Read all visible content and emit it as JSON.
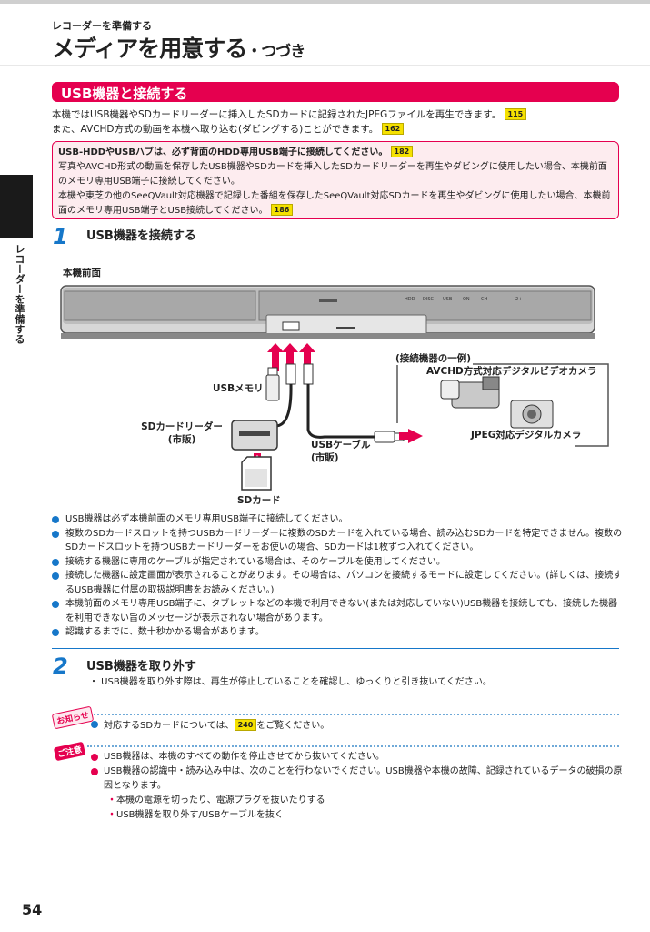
{
  "header": {
    "breadcrumb": "レコーダーを準備する",
    "title": "メディアを用意する",
    "title_suffix": "・つづき"
  },
  "side_tab": {
    "label": "レコーダーを準備する"
  },
  "section": {
    "title": "USB機器と接続する",
    "intro_line1": "本機ではUSB機器やSDカードリーダーに挿入したSDカードに記録されたJPEGファイルを再生できます。",
    "intro_ref1": "115",
    "intro_line2": "また、AVCHD方式の動画を本機へ取り込む(ダビングする)ことができます。",
    "intro_ref2": "162"
  },
  "warning": {
    "lead": "USB-HDDやUSBハブは、必ず背面のHDD専用USB端子に接続してください。",
    "lead_ref": "182",
    "line1": "写真やAVCHD形式の動画を保存したUSB機器やSDカードを挿入したSDカードリーダーを再生やダビングに使用したい場合、本機前面のメモリ専用USB端子に接続してください。",
    "line2": "本機や東芝の他のSeeQVault対応機器で記録した番組を保存したSeeQVault対応SDカードを再生やダビングに使用したい場合、本機前面のメモリ専用USB端子とUSB接続してください。",
    "line2_ref": "186"
  },
  "step1": {
    "number": "1",
    "title": "USB機器を接続する"
  },
  "diagram": {
    "front_label": "本機前面",
    "panel_labels": [
      "HDD",
      "DISC",
      "USB",
      "ON",
      "CH",
      "2+"
    ],
    "usb_memory": "USBメモリ",
    "sd_reader": "SDカードリーダー",
    "sd_reader_note": "(市販)",
    "usb_cable": "USBケーブル",
    "usb_cable_note": "(市販)",
    "sd_card": "SDカード",
    "example_label": "(接続機器の一例)",
    "avchd_camera": "AVCHD方式対応デジタルビデオカメラ",
    "jpeg_camera": "JPEG対応デジタルカメラ"
  },
  "bullets": [
    "USB機器は必ず本機前面のメモリ専用USB端子に接続してください。",
    "複数のSDカードスロットを持つUSBカードリーダーに複数のSDカードを入れている場合、読み込むSDカードを特定できません。複数のSDカードスロットを持つUSBカードリーダーをお使いの場合、SDカードは1枚ずつ入れてください。",
    "接続する機器に専用のケーブルが指定されている場合は、そのケーブルを使用してください。",
    "接続した機器に設定画面が表示されることがあります。その場合は、パソコンを接続するモードに設定してください。(詳しくは、接続するUSB機器に付属の取扱説明書をお読みください。)",
    "本機前面のメモリ専用USB端子に、タブレットなどの本機で利用できない(または対応していない)USB機器を接続しても、接続した機器を利用できない旨のメッセージが表示されない場合があります。",
    "認識するまでに、数十秒かかる場合があります。"
  ],
  "step2": {
    "number": "2",
    "title": "USB機器を取り外す",
    "text": "・ USB機器を取り外す際は、再生が停止していることを確認し、ゆっくりと引き抜いてください。"
  },
  "info": {
    "badge": "お知らせ",
    "text_before": "対応するSDカードについては、",
    "ref": "240",
    "text_after": "をご覧ください。"
  },
  "caution": {
    "badge": "ご注意",
    "line1": "USB機器は、本機のすべての動作を停止させてから抜いてください。",
    "line2": "USB機器の認識中・読み込み中は、次のことを行わないでください。USB機器や本機の故障、記録されているデータの破損の原因となります。",
    "sub1": "本機の電源を切ったり、電源プラグを抜いたりする",
    "sub2": "USB機器を取り外す/USBケーブルを抜く"
  },
  "page_number": "54",
  "colors": {
    "accent": "#e5004f",
    "blue": "#1677c9",
    "ref_yellow": "#f5e100"
  }
}
